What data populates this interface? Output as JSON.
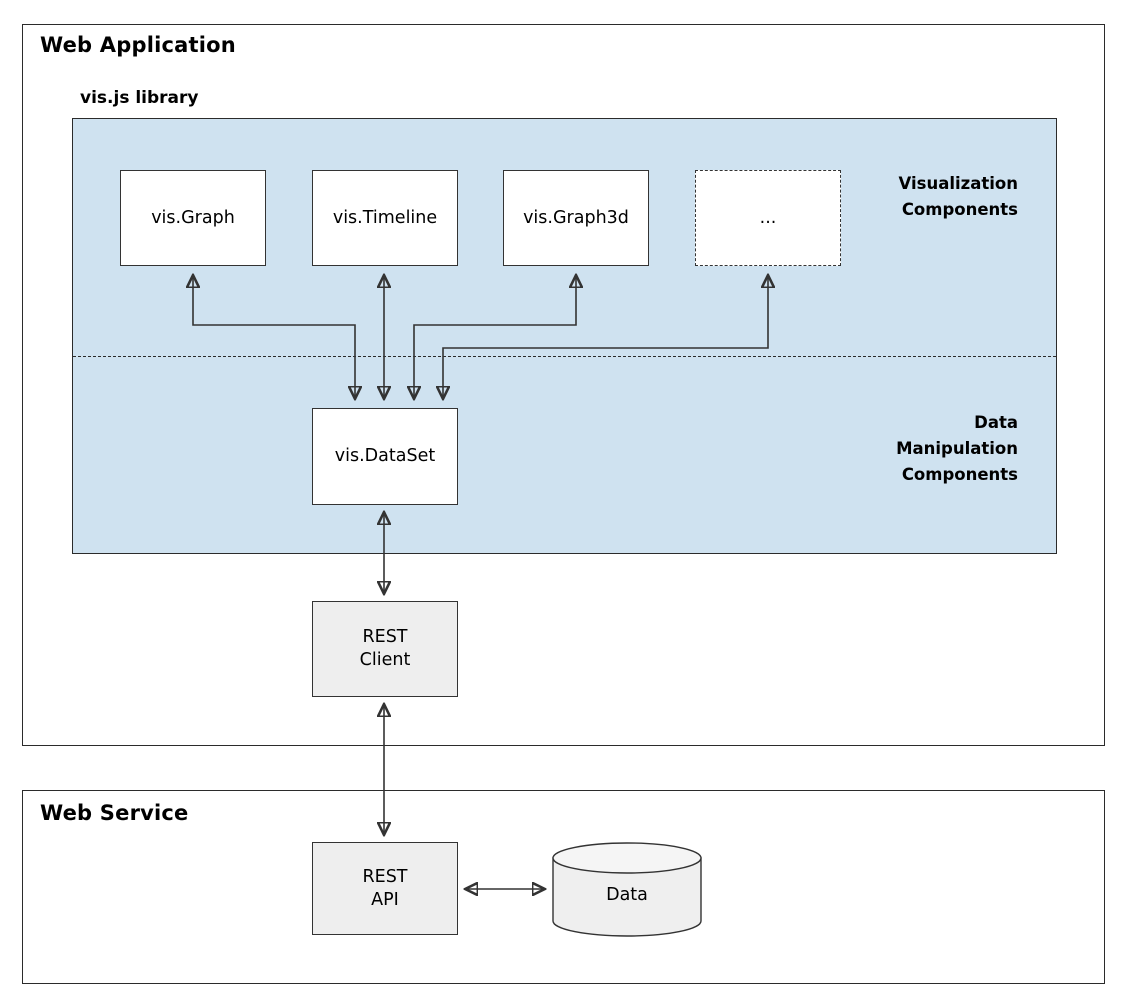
{
  "diagram": {
    "containers": [
      {
        "id": "web-application",
        "title": "Web Application"
      },
      {
        "id": "web-service",
        "title": "Web Service"
      }
    ],
    "library": {
      "title": "vis.js library",
      "panel_color": "#cfe2f0",
      "layers": [
        {
          "id": "visualization",
          "label_line1": "Visualization",
          "label_line2": "Components",
          "label_line3": ""
        },
        {
          "id": "data-manipulation",
          "label_line1": "Data",
          "label_line2": "Manipulation",
          "label_line3": "Components"
        }
      ]
    },
    "nodes": {
      "vis_graph": {
        "label": "vis.Graph",
        "style": "solid-white"
      },
      "vis_timeline": {
        "label": "vis.Timeline",
        "style": "solid-white"
      },
      "vis_graph3d": {
        "label": "vis.Graph3d",
        "style": "solid-white"
      },
      "more": {
        "label": "...",
        "style": "dashed-white"
      },
      "vis_dataset": {
        "label": "vis.DataSet",
        "style": "solid-white"
      },
      "rest_client": {
        "label_line1": "REST",
        "label_line2": "Client",
        "style": "solid-grey"
      },
      "rest_api": {
        "label_line1": "REST",
        "label_line2": "API",
        "style": "solid-grey"
      },
      "data_store": {
        "label": "Data",
        "style": "cylinder-grey"
      }
    },
    "colors": {
      "panel": "#cfe2f0",
      "node_fill": "#ffffff",
      "grey_fill": "#eeeeee",
      "stroke": "#333333",
      "frame_stroke": "#2b2b2b",
      "text": "#000000"
    }
  }
}
